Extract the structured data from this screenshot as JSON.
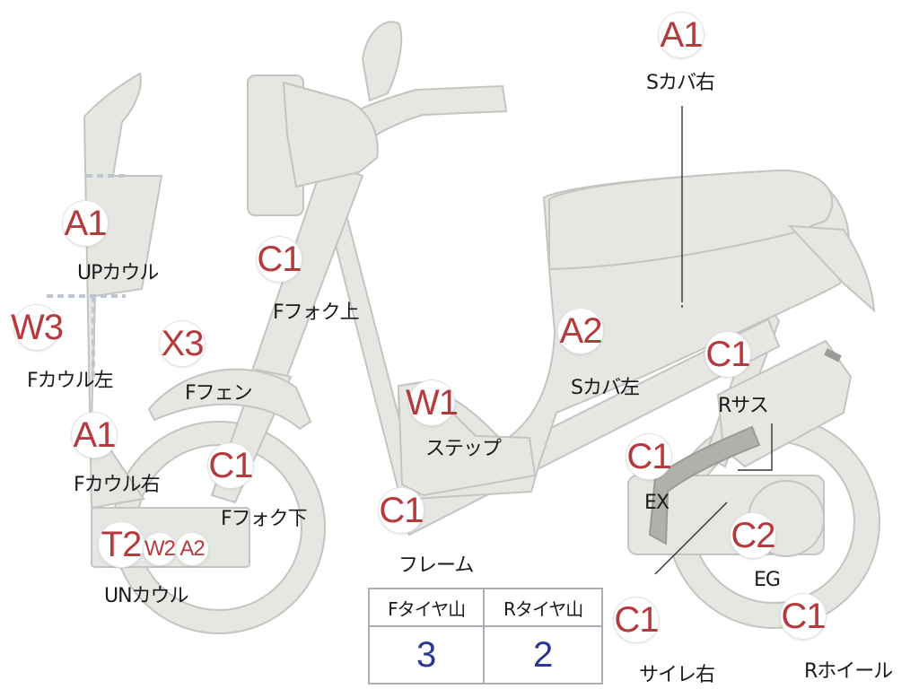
{
  "parts": {
    "s_cover_right": {
      "grade": "A1",
      "label": "Sカバ右"
    },
    "up_cowl": {
      "grade": "A1",
      "label": "UPカウル"
    },
    "f_fork_upper": {
      "grade": "C1",
      "label": "Fフォク上"
    },
    "f_cowl_left": {
      "grade": "W3",
      "label": "Fカウル左"
    },
    "f_fender": {
      "grade": "X3",
      "label": "Fフェン"
    },
    "s_cover_left": {
      "grade": "A2",
      "label": "Sカバ左"
    },
    "r_suspension": {
      "grade": "C1",
      "label": "Rサス"
    },
    "step": {
      "grade": "W1",
      "label": "ステップ"
    },
    "f_cowl_right": {
      "grade": "A1",
      "label": "Fカウル右"
    },
    "f_fork_lower": {
      "grade": "C1",
      "label": "Fフォク下"
    },
    "exhaust": {
      "grade": "C1",
      "label": "EX"
    },
    "frame": {
      "grade": "C1",
      "label": "フレーム"
    },
    "under_cowl": {
      "grades": [
        "T2",
        "W2",
        "A2"
      ],
      "label": "UNカウル"
    },
    "engine": {
      "grade": "C2",
      "label": "EG"
    },
    "muffler_right": {
      "grade": "C1",
      "label": "サイレ右"
    },
    "r_wheel": {
      "grade": "C1",
      "label": "Rホイール"
    }
  },
  "tire_tread": {
    "front_header": "Fタイヤ山",
    "rear_header": "Rタイヤ山",
    "front_value": "3",
    "rear_value": "2"
  },
  "colors": {
    "grade_text": "#b5393d",
    "tread_value": "#2b3a8f",
    "body_fill": "#e6e6e3"
  }
}
